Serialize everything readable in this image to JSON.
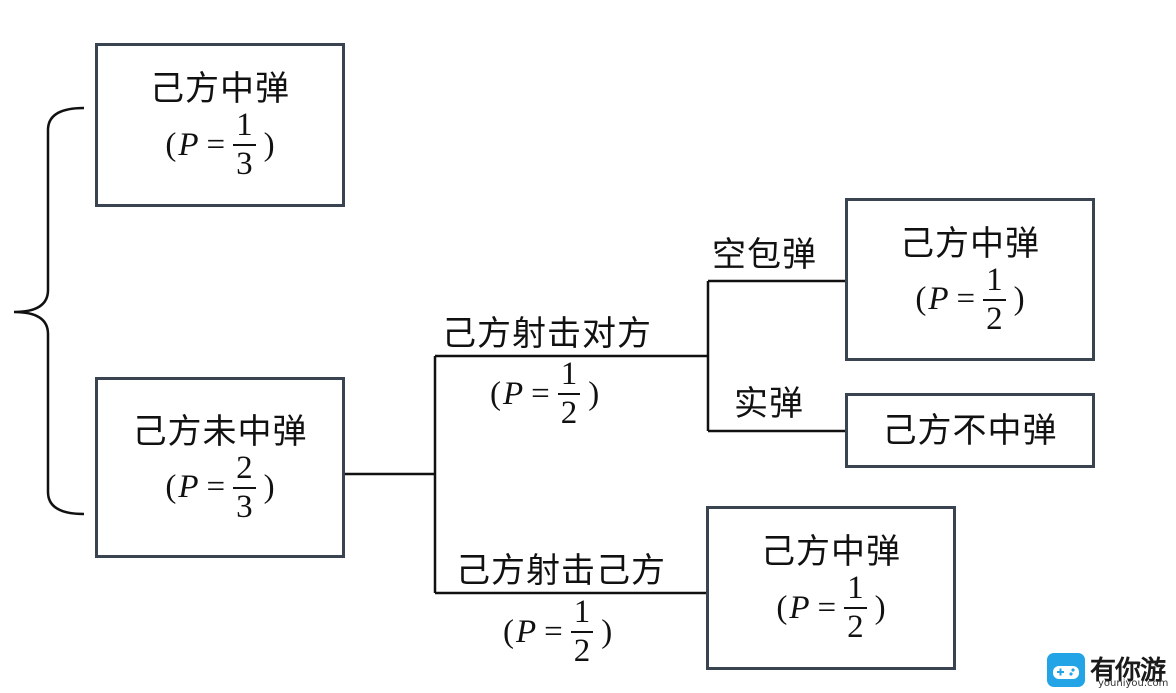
{
  "nodes": {
    "self_hit": {
      "title": "己方中弹",
      "var": "P",
      "eq": "=",
      "num": "1",
      "den": "3"
    },
    "self_not_hit": {
      "title": "己方未中弹",
      "var": "P",
      "eq": "=",
      "num": "2",
      "den": "3"
    },
    "opp_blank_hit": {
      "title": "己方中弹",
      "var": "P",
      "eq": "=",
      "num": "1",
      "den": "2"
    },
    "opp_live_not_hit": {
      "title": "己方不中弹"
    },
    "self_shoot_hit": {
      "title": "己方中弹",
      "var": "P",
      "eq": "=",
      "num": "1",
      "den": "2"
    }
  },
  "edges": {
    "shoot_opponent": {
      "title": "己方射击对方",
      "var": "P",
      "eq": "=",
      "num": "1",
      "den": "2"
    },
    "shoot_self": {
      "title": "己方射击己方",
      "var": "P",
      "eq": "=",
      "num": "1",
      "den": "2"
    },
    "blank_round": {
      "title": "空包弹"
    },
    "live_round": {
      "title": "实弹"
    }
  },
  "watermark": {
    "name": "有你游",
    "domain": "youniyou.com"
  }
}
